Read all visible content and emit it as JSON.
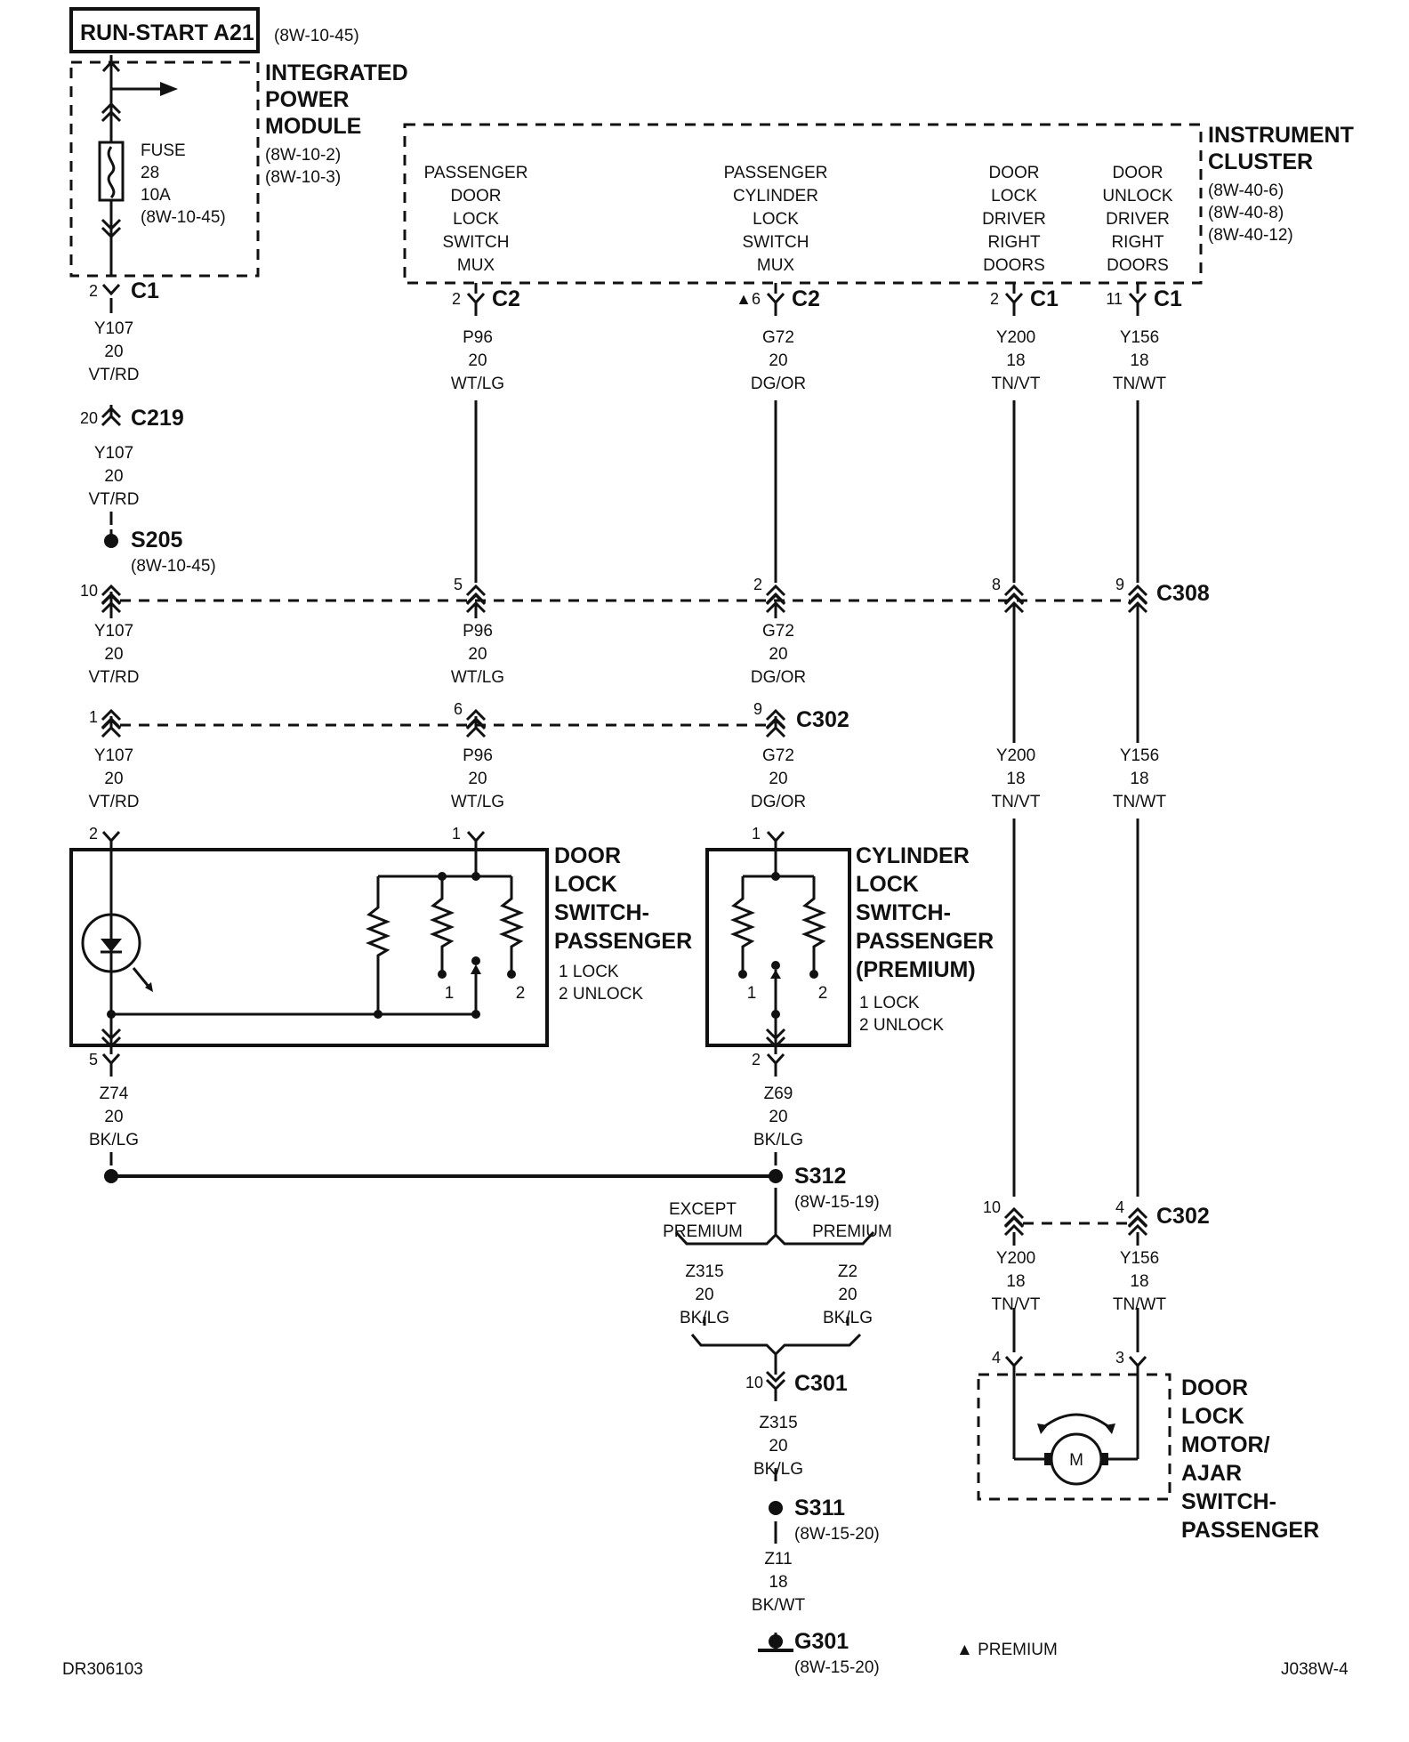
{
  "source_block": {
    "title": "RUN-START A21",
    "ref": "(8W-10-45)"
  },
  "ipm": {
    "name": [
      "INTEGRATED",
      "POWER",
      "MODULE"
    ],
    "refs": [
      "(8W-10-2)",
      "(8W-10-3)"
    ],
    "fuse": [
      "FUSE",
      "28",
      "10A",
      "(8W-10-45)"
    ]
  },
  "cluster": {
    "name": [
      "INSTRUMENT",
      "CLUSTER"
    ],
    "refs": [
      "(8W-40-6)",
      "(8W-40-8)",
      "(8W-40-12)"
    ],
    "functions": [
      [
        "PASSENGER",
        "DOOR",
        "LOCK",
        "SWITCH",
        "MUX"
      ],
      [
        "PASSENGER",
        "CYLINDER",
        "LOCK",
        "SWITCH",
        "MUX"
      ],
      [
        "DOOR",
        "LOCK",
        "DRIVER",
        "RIGHT",
        "DOORS"
      ],
      [
        "DOOR",
        "UNLOCK",
        "DRIVER",
        "RIGHT",
        "DOORS"
      ]
    ]
  },
  "connectors": {
    "c1_ipm": {
      "pin": "2",
      "name": "C1"
    },
    "c2_p96": {
      "pin": "2",
      "name": "C2"
    },
    "c2_g72": {
      "pin": "▲6",
      "name": "C2"
    },
    "c1_y200": {
      "pin": "2",
      "name": "C1"
    },
    "c1_y156": {
      "pin": "11",
      "name": "C1"
    },
    "c219": {
      "pin": "20",
      "name": "C219"
    },
    "c308": {
      "name": "C308",
      "pins": [
        "10",
        "5",
        "2",
        "8",
        "9"
      ]
    },
    "c302_top": {
      "name": "C302",
      "pins": [
        "1",
        "6",
        "9"
      ]
    },
    "c302_bottom": {
      "name": "C302",
      "pins": [
        "10",
        "4"
      ]
    },
    "c301": {
      "pin": "10",
      "name": "C301"
    }
  },
  "splices": {
    "s205": {
      "name": "S205",
      "ref": "(8W-10-45)"
    },
    "s312": {
      "name": "S312",
      "ref": "(8W-15-19)"
    },
    "s311": {
      "name": "S311",
      "ref": "(8W-15-20)"
    }
  },
  "ground": {
    "name": "G301",
    "ref": "(8W-15-20)"
  },
  "wires": {
    "y107": [
      "Y107",
      "20",
      "VT/RD"
    ],
    "p96": [
      "P96",
      "20",
      "WT/LG"
    ],
    "g72": [
      "G72",
      "20",
      "DG/OR"
    ],
    "y200": [
      "Y200",
      "18",
      "TN/VT"
    ],
    "y156": [
      "Y156",
      "18",
      "TN/WT"
    ],
    "z74": [
      "Z74",
      "20",
      "BK/LG"
    ],
    "z69": [
      "Z69",
      "20",
      "BK/LG"
    ],
    "z315": [
      "Z315",
      "20",
      "BK/LG"
    ],
    "z2": [
      "Z2",
      "20",
      "BK/LG"
    ],
    "z11": [
      "Z11",
      "18",
      "BK/WT"
    ]
  },
  "branch_labels": {
    "except_premium": [
      "EXCEPT",
      "PREMIUM"
    ],
    "premium": "PREMIUM"
  },
  "door_switch": {
    "name": [
      "DOOR",
      "LOCK",
      "SWITCH-",
      "PASSENGER"
    ],
    "legend": [
      "1 LOCK",
      "2 UNLOCK"
    ],
    "pin_top_left": "2",
    "pin_top_right": "1",
    "pin_bottom": "5",
    "contact_1": "1",
    "contact_2": "2"
  },
  "cyl_switch": {
    "name": [
      "CYLINDER",
      "LOCK",
      "SWITCH-",
      "PASSENGER",
      "(PREMIUM)"
    ],
    "legend": [
      "1 LOCK",
      "2 UNLOCK"
    ],
    "pin_top": "1",
    "pin_bottom": "2",
    "contact_1": "1",
    "contact_2": "2"
  },
  "motor": {
    "name": [
      "DOOR",
      "LOCK",
      "MOTOR/",
      "AJAR",
      "SWITCH-",
      "PASSENGER"
    ],
    "symbol": "M",
    "pin_left": "4",
    "pin_right": "3"
  },
  "footer": {
    "left": "DR306103",
    "center": "▲ PREMIUM",
    "right": "J038W-4"
  }
}
